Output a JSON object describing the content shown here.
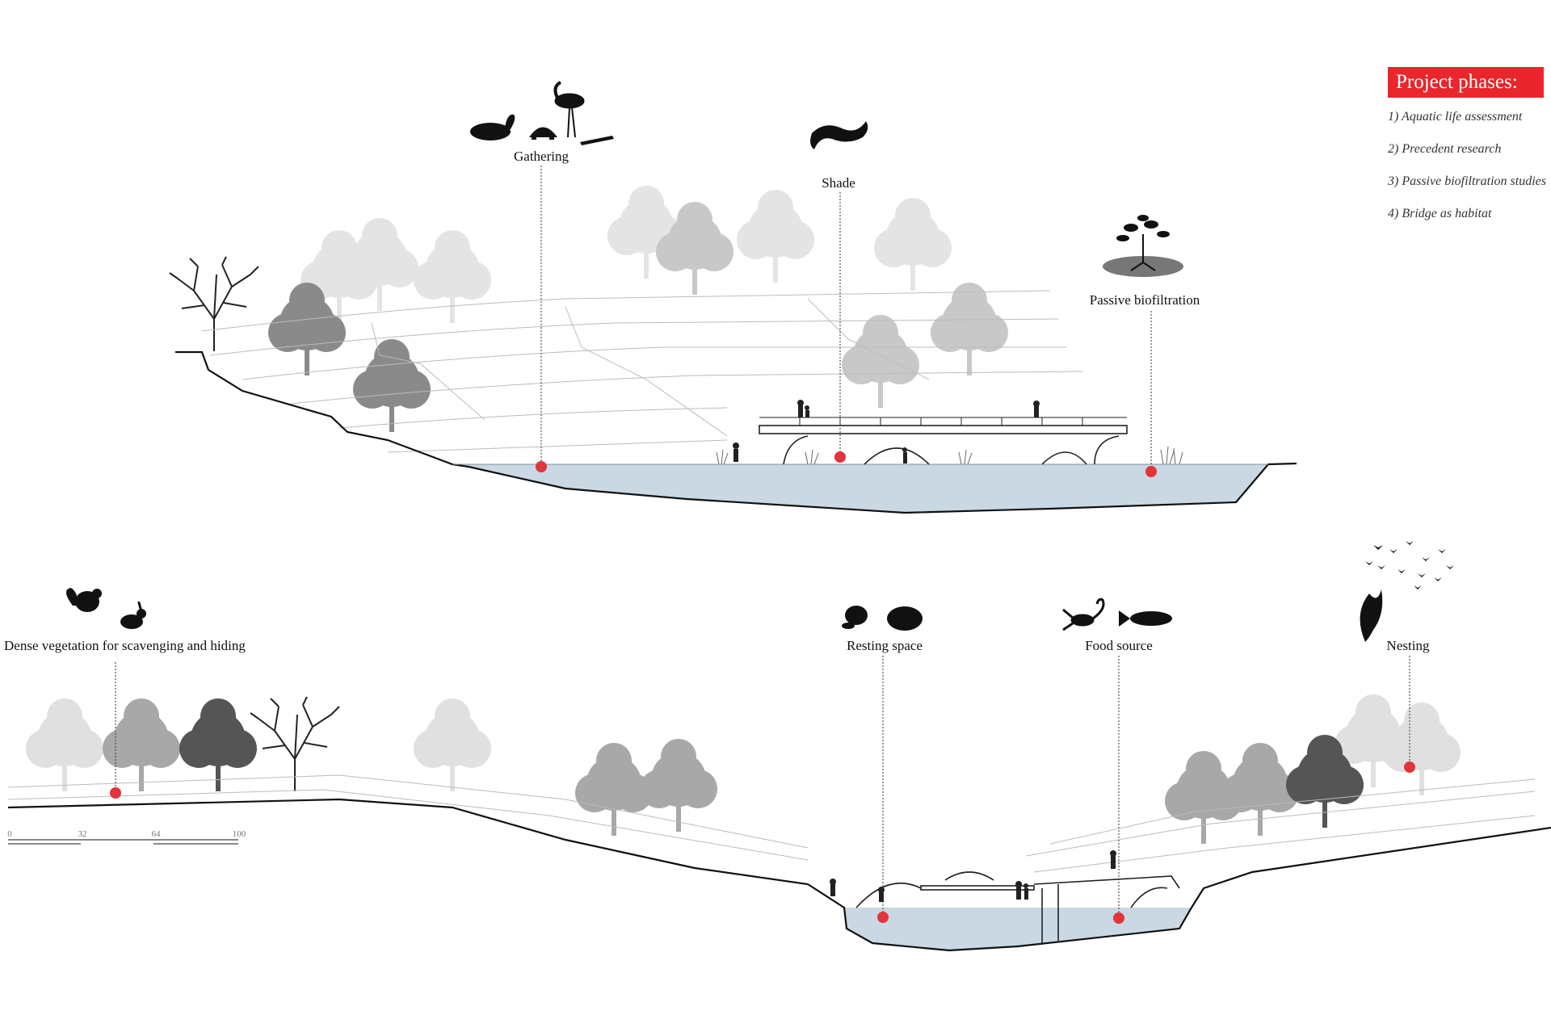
{
  "legend": {
    "title": "Project phases:",
    "items": [
      "1) Aquatic life assessment",
      "2) Precedent research",
      "3) Passive biofiltration studies",
      "4) Bridge as habitat"
    ]
  },
  "section_top": {
    "labels": {
      "gathering": "Gathering",
      "shade": "Shade",
      "passive_biofiltration": "Passive biofiltration"
    }
  },
  "section_bottom": {
    "labels": {
      "dense_vegetation": "Dense vegetation for scavenging and hiding",
      "resting_space": "Resting space",
      "food_source": "Food source",
      "nesting": "Nesting"
    }
  },
  "scale_bar": {
    "ticks": [
      "0",
      "32",
      "64",
      "100"
    ]
  },
  "colors": {
    "water": "#c9d8e2",
    "marker": "#e0353b",
    "accent": "#e8262b",
    "tree_dark": "#555555",
    "tree_light": "#b8b8b8"
  }
}
